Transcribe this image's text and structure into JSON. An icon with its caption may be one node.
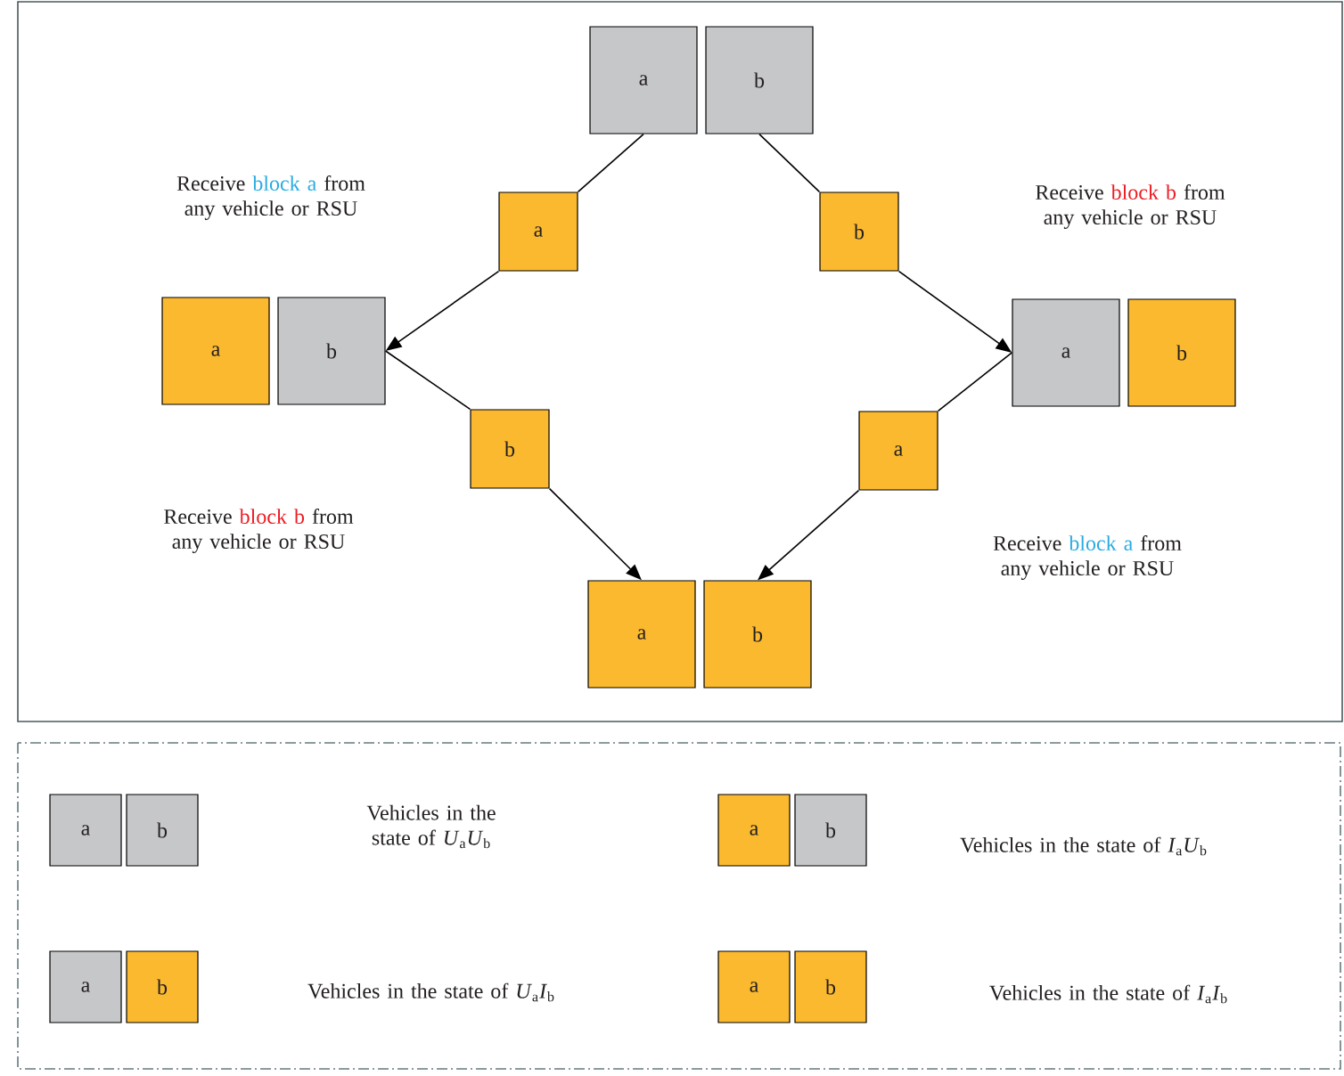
{
  "diagram": {
    "nodes": [
      {
        "text": [
          "a"
        ]
      },
      {
        "text": [
          "b"
        ]
      },
      {
        "text": [
          "a"
        ]
      },
      {
        "text": [
          "b"
        ]
      },
      {
        "text": [
          "a"
        ]
      },
      {
        "text": [
          "b"
        ]
      },
      {
        "text": [
          "a"
        ]
      },
      {
        "text": [
          "b"
        ]
      },
      {
        "text": [
          "b"
        ]
      },
      {
        "text": [
          "a"
        ]
      },
      {
        "text": [
          "a"
        ]
      },
      {
        "text": [
          "b"
        ]
      },
      {
        "text": [
          "a"
        ]
      },
      {
        "text": [
          "b"
        ]
      },
      {
        "text": [
          "a"
        ]
      },
      {
        "text": [
          "b"
        ]
      },
      {
        "text": [
          "a"
        ]
      },
      {
        "text": [
          "b"
        ]
      },
      {
        "text": [
          "a"
        ]
      },
      {
        "text": [
          "b"
        ]
      }
    ],
    "edges": [
      {
        "from": 0,
        "to": 2,
        "arrow": "none"
      },
      {
        "from": 2,
        "to": 5,
        "arrow": "to"
      },
      {
        "from": 1,
        "to": 3,
        "arrow": "none"
      },
      {
        "from": 3,
        "to": 6,
        "arrow": "to"
      },
      {
        "from": 5,
        "to": 8,
        "arrow": "none"
      },
      {
        "from": 8,
        "to": 10,
        "arrow": "to"
      },
      {
        "from": 6,
        "to": 9,
        "arrow": "none"
      },
      {
        "from": 9,
        "to": 11,
        "arrow": "to"
      }
    ],
    "labels": [
      "Receive",
      "block a",
      "from any vehicle or RSU",
      "Receive",
      "block b",
      "from any vehicle or RSU",
      "Receive",
      "block b",
      "from any vehicle or RSU",
      "Receive",
      "block a",
      "from any vehicle or RSU",
      "Vehicles in the state of *U*$_{a}$*U*$_{b}$",
      "Vehicles in the state of *I*$_{a}$*U*$_{b}$",
      "Vehicles in the state of *U*$_{a}$*I*$_{b}$",
      "Vehicles in the state of *I*$_{a}$*I*$_{b}$"
    ]
  }
}
